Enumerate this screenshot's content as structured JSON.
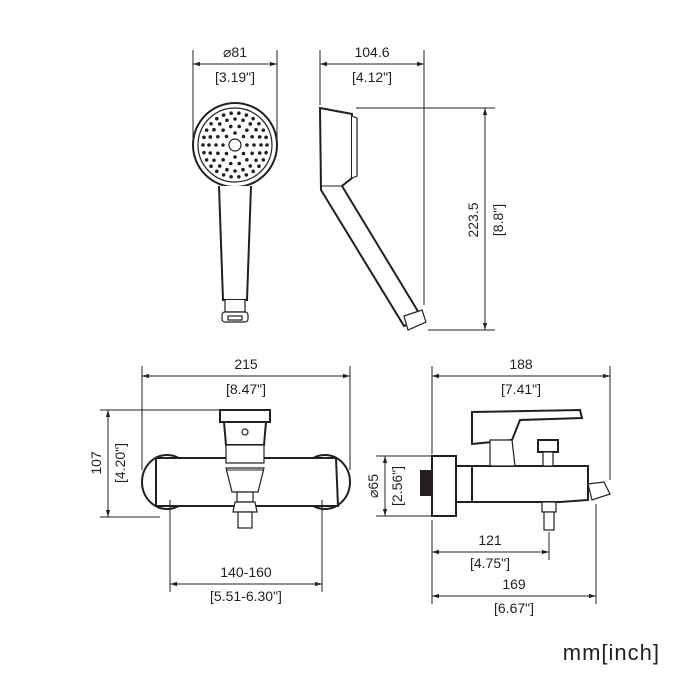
{
  "units_label": "mm[inch]",
  "dims": {
    "head_diameter_mm": "⌀81",
    "head_diameter_in": "[3.19\"]",
    "shower_depth_mm": "104.6",
    "shower_depth_in": "[4.12\"]",
    "shower_height_mm": "223.5",
    "shower_height_in": "[8.8\"]",
    "mixer_width_mm": "215",
    "mixer_width_in": "[8.47\"]",
    "mixer_height_mm": "107",
    "mixer_height_in": "[4.20\"]",
    "centers_mm": "140-160",
    "centers_in": "[5.51-6.30\"]",
    "side_depth_mm": "188",
    "side_depth_in": "[7.41\"]",
    "flange_diameter_mm": "⌀65",
    "flange_diameter_in": "[2.56\"]",
    "outlet_mm": "121",
    "outlet_in": "[4.75\"]",
    "spout_mm": "169",
    "spout_in": "[6.67\"]"
  }
}
